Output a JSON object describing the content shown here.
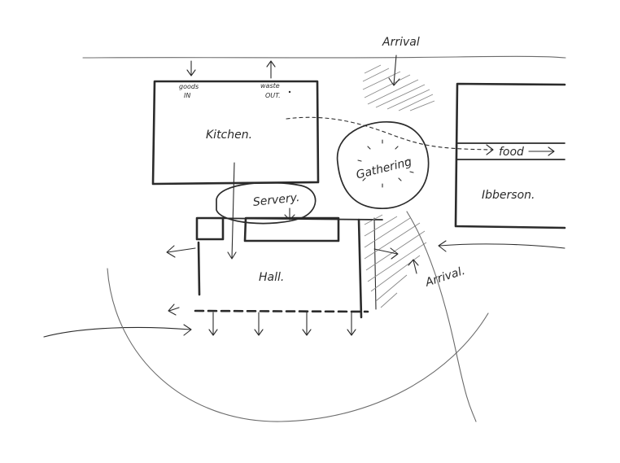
{
  "labels": {
    "kitchen": "Kitchen.",
    "servery": "Servery.",
    "hall": "Hall.",
    "gathering": "Gathering",
    "ibberson": "Ibberson.",
    "food": "food",
    "arrival_top": "Arrival",
    "arrival_right": "Arrival.",
    "goods_in_line1": "goods",
    "goods_in_line2": "IN",
    "waste_out_line1": "waste",
    "waste_out_line2": "OUT."
  }
}
